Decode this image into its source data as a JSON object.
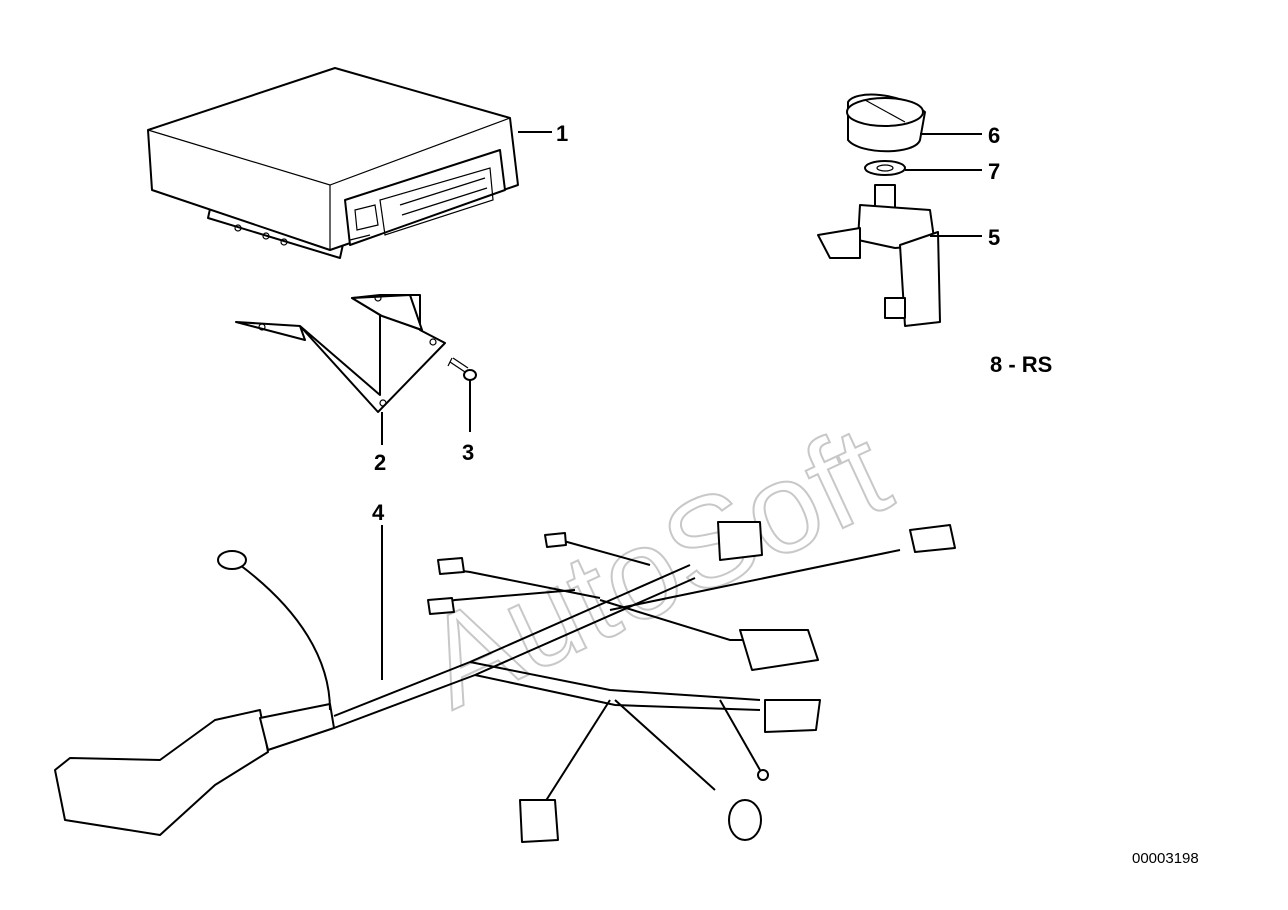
{
  "watermark": "AutoSoft",
  "diagram_code": "00003198",
  "callouts": [
    {
      "id": "1",
      "text": "1"
    },
    {
      "id": "2",
      "text": "2"
    },
    {
      "id": "3",
      "text": "3"
    },
    {
      "id": "4",
      "text": "4"
    },
    {
      "id": "5",
      "text": "5"
    },
    {
      "id": "6",
      "text": "6"
    },
    {
      "id": "7",
      "text": "7"
    },
    {
      "id": "8",
      "text": "8 - RS"
    }
  ]
}
